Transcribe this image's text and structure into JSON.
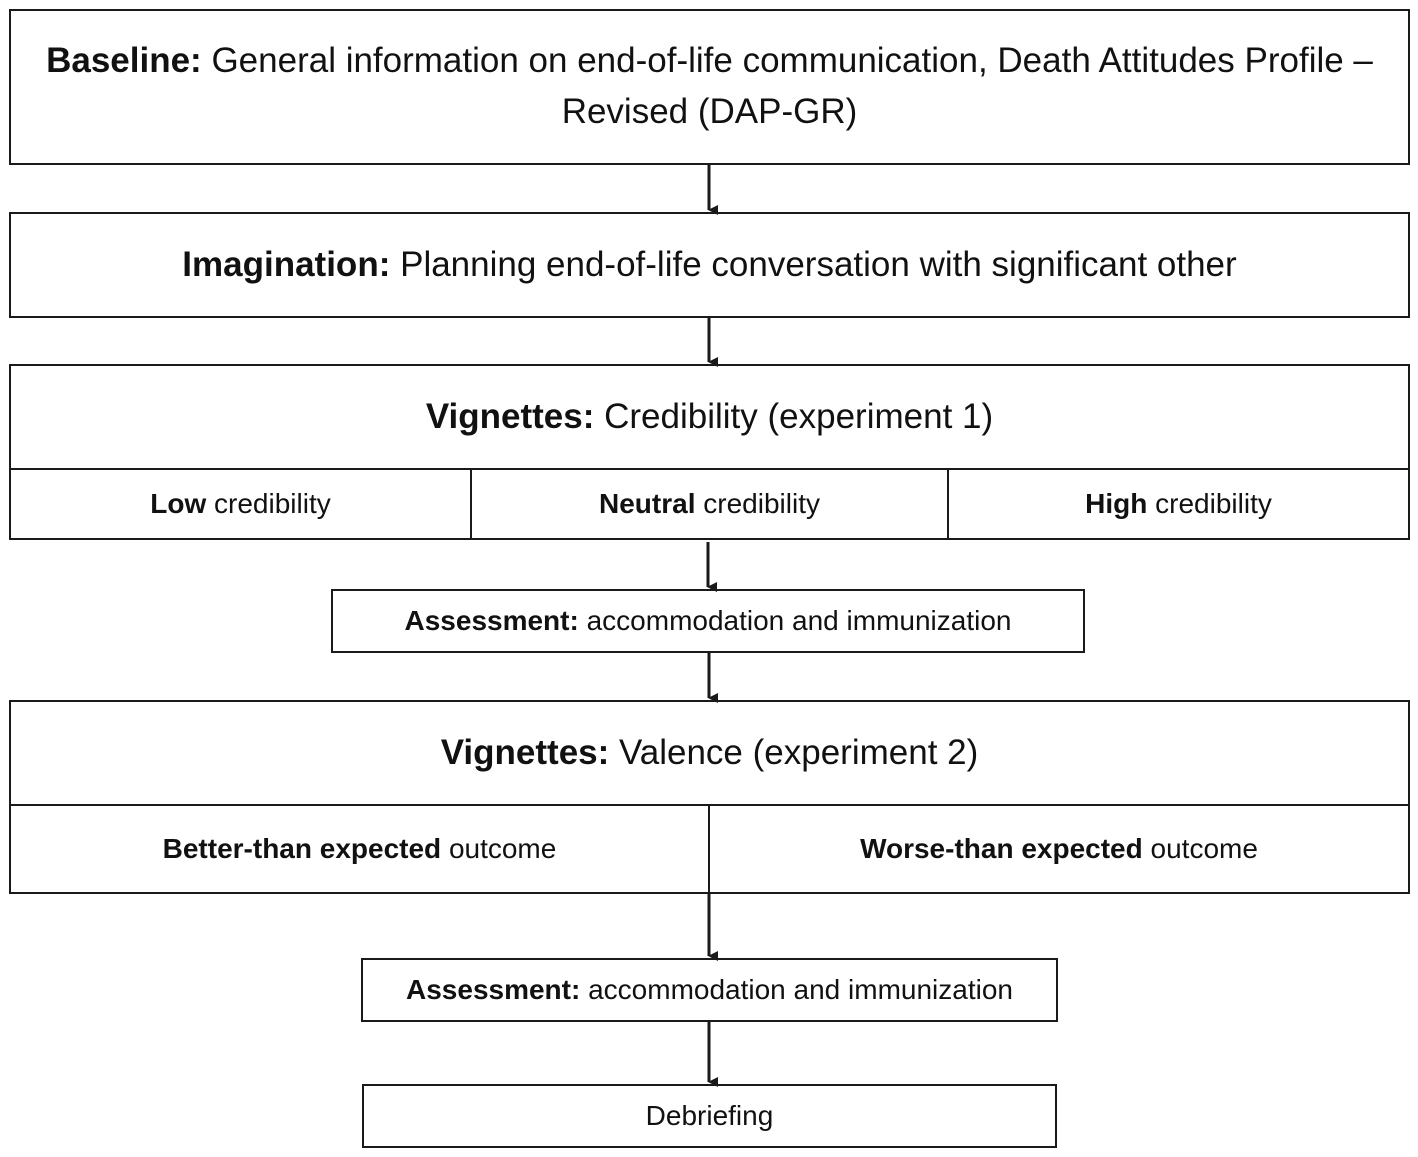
{
  "baseline": {
    "bold": "Baseline:",
    "text": "General information on end-of-life communication, Death Attitudes Profile – Revised (DAP-GR)"
  },
  "imagination": {
    "bold": "Imagination:",
    "text": "Planning end-of-life conversation with significant other"
  },
  "experiment1": {
    "header_bold": "Vignettes:",
    "header_text": "Credibility (experiment 1)",
    "conditions": [
      {
        "bold": "Low",
        "text": "credibility"
      },
      {
        "bold": "Neutral",
        "text": "credibility"
      },
      {
        "bold": "High",
        "text": "credibility"
      }
    ],
    "assessment": {
      "bold": "Assessment:",
      "text": "accommodation and immunization"
    }
  },
  "experiment2": {
    "header_bold": "Vignettes:",
    "header_text": "Valence (experiment 2)",
    "conditions": [
      {
        "bold": "Better-than expected",
        "text": "outcome"
      },
      {
        "bold": "Worse-than expected",
        "text": "outcome"
      }
    ],
    "assessment": {
      "bold": "Assessment:",
      "text": "accommodation and immunization"
    }
  },
  "debriefing": {
    "text": "Debriefing"
  },
  "colors": {
    "stroke": "#1a1a1a",
    "background": "#ffffff"
  }
}
